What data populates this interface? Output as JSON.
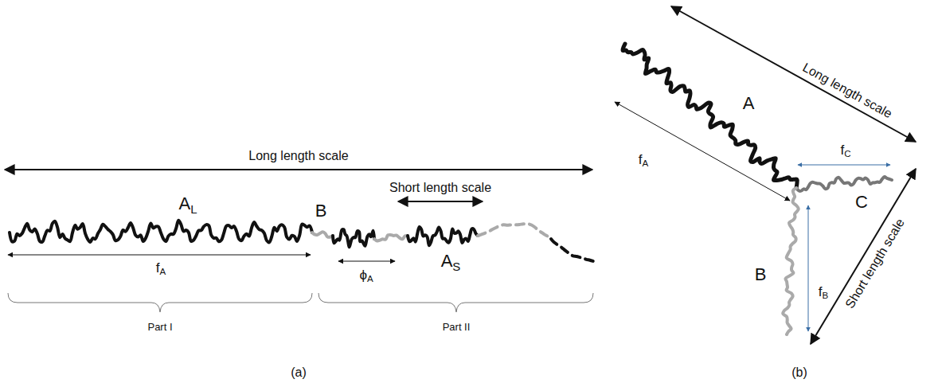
{
  "diagram": {
    "labels": [
      "Long length scale",
      "AL",
      "fA",
      "B",
      "Short length scale",
      "ϕA",
      "AS",
      "Part I",
      "Part II",
      "(a)",
      "Long length scale",
      "A",
      "fA",
      "fC",
      "C",
      "B",
      "fB",
      "Short length scale",
      "(b)"
    ]
  }
}
